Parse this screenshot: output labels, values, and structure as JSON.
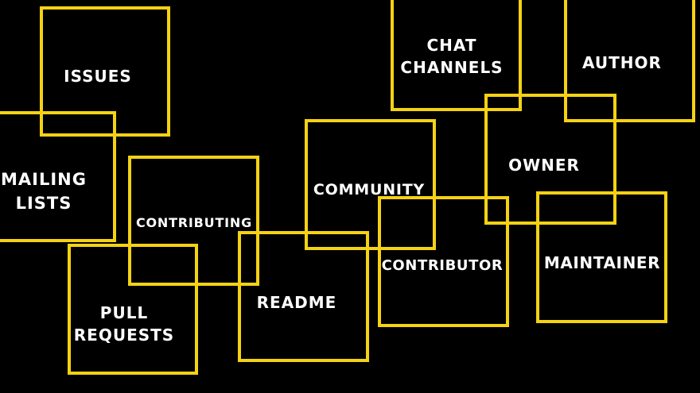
{
  "colors": {
    "background": "#000000",
    "box_border": "#f5d213",
    "text": "#ffffff"
  },
  "labels": {
    "issues": "ISSUES",
    "mailing_lists": "MAILING\nLISTS",
    "contributing": "CONTRIBUTING",
    "pull_requests": "PULL\nREQUESTS",
    "readme": "README",
    "community": "COMMUNITY",
    "contributor": "CONTRIBUTOR",
    "chat_channels": "CHAT\nCHANNELS",
    "author": "AUTHOR",
    "owner": "OWNER",
    "maintainer": "MAINTAINER"
  }
}
